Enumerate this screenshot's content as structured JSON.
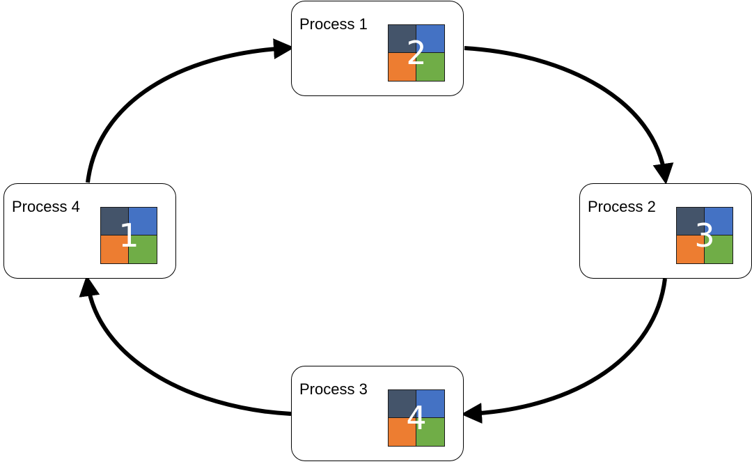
{
  "colors": {
    "quadrant_top_left": "#44546a",
    "quadrant_top_right": "#4472c4",
    "quadrant_bottom_left": "#ed7d31",
    "quadrant_bottom_right": "#70ad47",
    "arrow": "#000000",
    "number": "#ffffff"
  },
  "nodes": [
    {
      "label": "Process 1",
      "number": "2"
    },
    {
      "label": "Process 2",
      "number": "3"
    },
    {
      "label": "Process 3",
      "number": "4"
    },
    {
      "label": "Process 4",
      "number": "1"
    }
  ],
  "flow": [
    {
      "from": "Process 4",
      "to": "Process 1"
    },
    {
      "from": "Process 1",
      "to": "Process 2"
    },
    {
      "from": "Process 2",
      "to": "Process 3"
    },
    {
      "from": "Process 3",
      "to": "Process 4"
    }
  ]
}
